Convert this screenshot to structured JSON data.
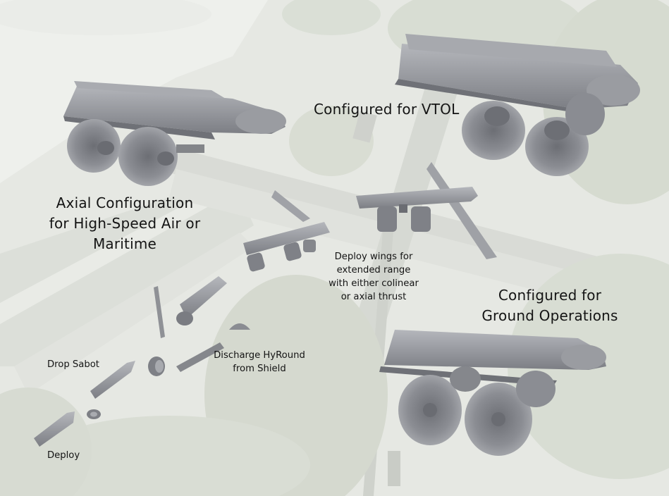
{
  "scene": {
    "background": "faded aerial photograph of road and trees",
    "vehicle_color": "#8d8f95",
    "wheel_color": "#7f8188"
  },
  "labels": {
    "vtol": "Configured for VTOL",
    "axial_line1": "Axial Configuration",
    "axial_line2": "for High-Speed Air or",
    "axial_line3": "Maritime",
    "wings_line1": "Deploy wings for",
    "wings_line2": "extended range",
    "wings_line3": "with either colinear",
    "wings_line4": "or axial thrust",
    "ground_line1": "Configured for",
    "ground_line2": "Ground Operations",
    "drop_sabot": "Drop Sabot",
    "discharge_line1": "Discharge HyRound",
    "discharge_line2": "from Shield",
    "deploy": "Deploy"
  }
}
